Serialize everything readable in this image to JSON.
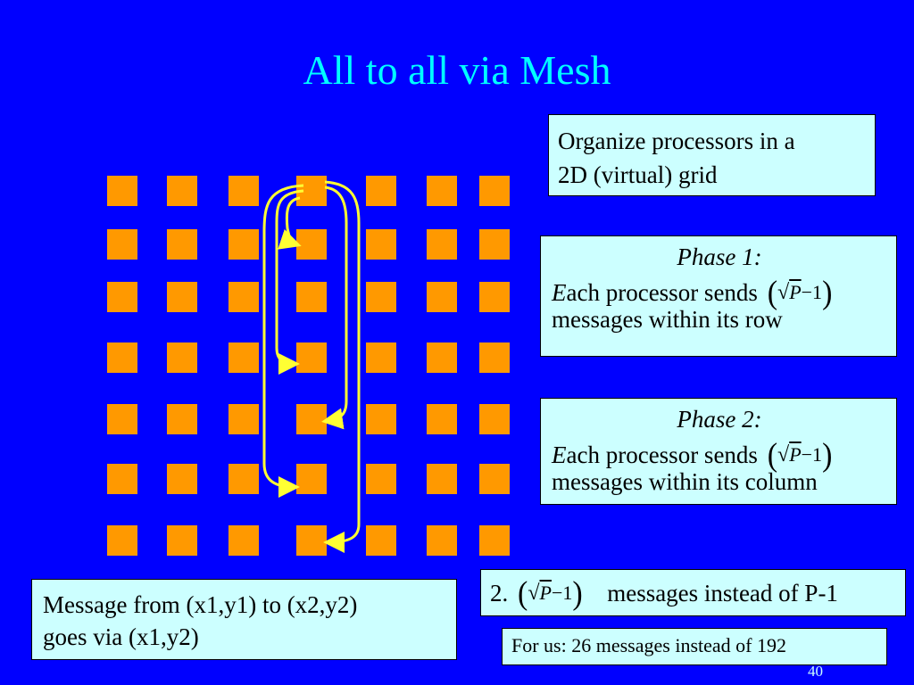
{
  "slide": {
    "title": "All to all via Mesh",
    "page_number": "40"
  },
  "grid": {
    "rows": 7,
    "cols": 7,
    "node_color": "#ff9900",
    "arrow_color": "#ffff33"
  },
  "boxes": {
    "organize": {
      "line1": "Organize processors in a",
      "line2": "2D (virtual) grid"
    },
    "phase1": {
      "title": "Phase 1:",
      "first_letter": "E",
      "text_rest": "ach processor sends",
      "line2": "messages within its row"
    },
    "phase2": {
      "title": "Phase 2:",
      "first_letter": "E",
      "text_rest": "ach processor sends",
      "line2": "messages within its column"
    },
    "message": {
      "line1": "Message from (x1,y1) to (x2,y2)",
      "line2": "goes via (x1,y2)"
    },
    "compare": {
      "prefix": "2.",
      "middle": "messages instead of",
      "p_letter": "P",
      "suffix": "-1"
    },
    "for_us": {
      "text": "For us: 26 messages instead of 192"
    }
  },
  "math": {
    "open_paren": "(",
    "sqrt": "√",
    "var": "P",
    "minus_one": "−1",
    "close_paren": ")"
  },
  "colors": {
    "background": "#0000ff",
    "title": "#00ffff",
    "box_fill": "#ccffff"
  }
}
